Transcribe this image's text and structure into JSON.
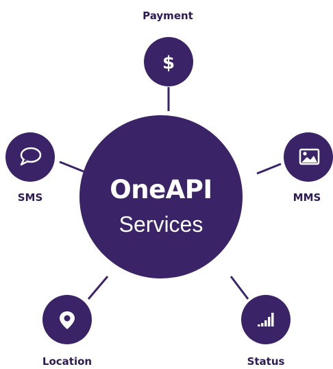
{
  "hub": {
    "title": "OneAPI",
    "subtitle": "Services"
  },
  "nodes": [
    {
      "label": "Payment",
      "icon": "dollar-icon",
      "glyph": "$"
    },
    {
      "label": "SMS",
      "icon": "speech-bubble-icon"
    },
    {
      "label": "MMS",
      "icon": "image-icon"
    },
    {
      "label": "Location",
      "icon": "map-pin-icon"
    },
    {
      "label": "Status",
      "icon": "signal-bars-icon"
    }
  ],
  "colors": {
    "primary": "#3a2366",
    "label": "#2e1b52",
    "icon": "#ffffff"
  }
}
